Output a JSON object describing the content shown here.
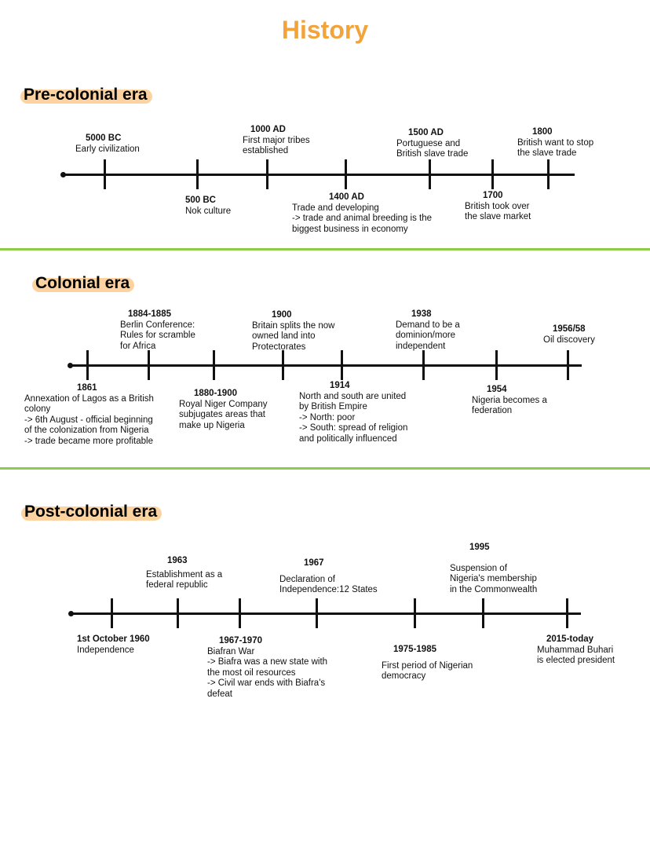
{
  "title": "History",
  "colors": {
    "title": "#f2a33a",
    "highlight": "#fcd3a0",
    "divider": "#8ccc4a"
  },
  "eras": [
    {
      "name": "Pre-colonial era",
      "events": [
        {
          "date": "5000 BC",
          "text": "Early civilization"
        },
        {
          "date": "500 BC",
          "text": "Nok culture"
        },
        {
          "date": "1000 AD",
          "text": "First major tribes\nestablished"
        },
        {
          "date": "1400 AD",
          "text": "Trade and developing\n-> trade and animal breeding is the\nbiggest business in economy"
        },
        {
          "date": "1500 AD",
          "text": "Portuguese and\nBritish slave trade"
        },
        {
          "date": "1700",
          "text": "British took over\nthe slave market"
        },
        {
          "date": "1800",
          "text": "British want to stop\nthe slave trade"
        }
      ]
    },
    {
      "name": "Colonial era",
      "events": [
        {
          "date": "1861",
          "text": "Annexation of Lagos as a British\ncolony\n-> 6th August - official beginning\nof the colonization from Nigeria\n-> trade became more profitable"
        },
        {
          "date": "1884-1885",
          "text": "Berlin Conference:\nRules for scramble\nfor Africa"
        },
        {
          "date": "1880-1900",
          "text": "Royal Niger Company\nsubjugates areas that\nmake up Nigeria"
        },
        {
          "date": "1900",
          "text": "Britain splits the now\nowned land into\nProtectorates"
        },
        {
          "date": "1914",
          "text": "North and south are united\nby British Empire\n-> North: poor\n-> South: spread of religion\nand politically influenced"
        },
        {
          "date": "1938",
          "text": "Demand to be a\ndominion/more\nindependent"
        },
        {
          "date": "1954",
          "text": "Nigeria becomes a\nfederation"
        },
        {
          "date": "1956/58",
          "text": "Oil discovery"
        }
      ]
    },
    {
      "name": "Post-colonial era",
      "events": [
        {
          "date": "1st October 1960",
          "text": "Independence"
        },
        {
          "date": "1963",
          "text": "Establishment as a\nfederal republic"
        },
        {
          "date": "1967-1970",
          "text": "Biafran War\n-> Biafra was a new state with\nthe most oil resources\n-> Civil war ends with Biafra's\ndefeat"
        },
        {
          "date": "1967",
          "text": "Declaration of\nIndependence:12 States"
        },
        {
          "date": "1975-1985",
          "text": "First period of Nigerian\ndemocracy"
        },
        {
          "date": "1995",
          "text": "Suspension of\nNigeria's membership\nin the Commonwealth"
        },
        {
          "date": "2015-today",
          "text": "Muhammad Buhari\nis elected president"
        }
      ]
    }
  ]
}
